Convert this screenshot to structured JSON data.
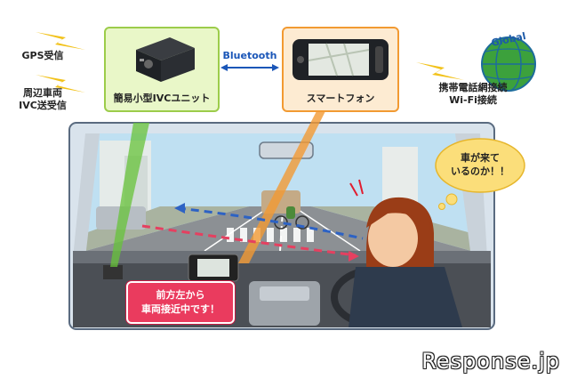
{
  "left_labels": {
    "gps": "GPS受信",
    "ivc_line1": "周辺車両",
    "ivc_line2": "IVC送受信"
  },
  "ivc_unit": {
    "label": "簡易小型IVCユニット"
  },
  "bluetooth": {
    "label": "Bluetooth"
  },
  "smartphone": {
    "label": "スマートフォン"
  },
  "global": {
    "globe_text": "Global",
    "line1": "携帯電話網接続",
    "line2": "Wi-Fi接続"
  },
  "driver_bubble": {
    "line1": "車が来て",
    "line2": "いるのか！！"
  },
  "alert": {
    "line1": "前方左から",
    "line2": "車両接近中です！"
  },
  "watermark": "Response.jp",
  "colors": {
    "ivc_box_border": "#9ccc4a",
    "smartphone_box_border": "#f29a32",
    "bluetooth_arrow": "#1a56b8",
    "alert_bg": "#ea3b5e",
    "lightning": "#f2c21a"
  }
}
